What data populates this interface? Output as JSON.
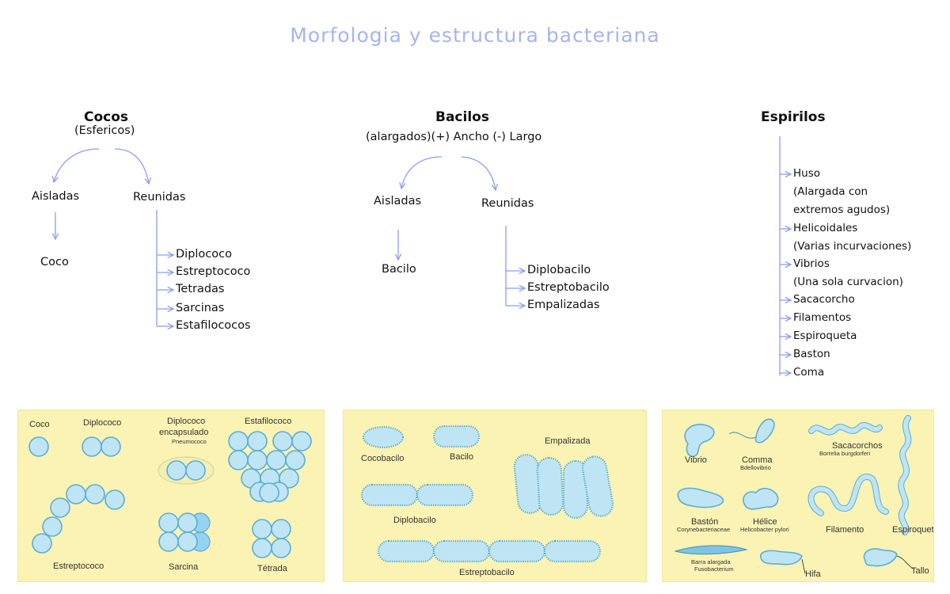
{
  "title": "Morfologia y estructura bacteriana",
  "cocos": {
    "heading": "Cocos",
    "subtitle": "(Esfericos)",
    "aisladas": "Aisladas",
    "reunidas": "Reunidas",
    "coco": "Coco",
    "items": [
      "Diplococo",
      "Estreptococo",
      "Tetradas",
      "Sarcinas",
      "Estafilococos"
    ]
  },
  "bacilos": {
    "heading": "Bacilos",
    "subtitle": "(alargados)(+) Ancho  (-) Largo",
    "aisladas": "Aisladas",
    "reunidas": "Reunidas",
    "bacilo": "Bacilo",
    "items": [
      "Diplobacilo",
      "Estreptobacilo",
      "Empalizadas"
    ]
  },
  "espirilos": {
    "heading": "Espirilos",
    "items": [
      "Huso",
      "(Alargada con",
      "extremos agudos)",
      "Helicoidales",
      "(Varias incurvaciones)",
      "Vibrios",
      "(Una sola curvacion)",
      "Sacacorcho",
      "Filamentos",
      "Espiroqueta",
      "Baston",
      "Coma"
    ]
  },
  "panel_cocos": {
    "coco": "Coco",
    "diplococo": "Diplococo",
    "diplococo_encapsulado": "Diplococo",
    "encapsulado": "encapsulado",
    "pneumococo": "Pneumococo",
    "estafilococo": "Estafilococo",
    "estreptococo": "Estreptococo",
    "sarcina": "Sarcina",
    "tetrada": "Tétrada"
  },
  "panel_bacilos": {
    "cocobacilo": "Cocobacilo",
    "bacilo": "Bacilo",
    "empalizada": "Empalizada",
    "diplobacilo": "Diplobacilo",
    "estreptobacilo": "Estreptobacilo"
  },
  "panel_espirilos": {
    "vibrio": "Vibrio",
    "comma": "Comma",
    "bdellovibrio": "Bdellovibrio",
    "sacacorchos": "Sacacorchos",
    "borrelia": "Borrelia burgdorferi",
    "baston": "Bastón",
    "corynebacteriaceae": "Corynebacteriaceae",
    "helice": "Hélice",
    "helicobacter": "Helicobacter pylori",
    "filamento": "Filamento",
    "espiroqueta": "Espiroqueta",
    "barra_alargada": "Barra alargada",
    "fusobacterium": "Fusobacterium",
    "hifa": "Hifa",
    "tallo": "Tallo"
  },
  "colors": {
    "title": "#a8b3ef",
    "arrow": "#8d9cf0",
    "panel": "#fbf3b3",
    "cell_fill": "#bfe5f5",
    "cell_stroke": "#5aaed4"
  }
}
